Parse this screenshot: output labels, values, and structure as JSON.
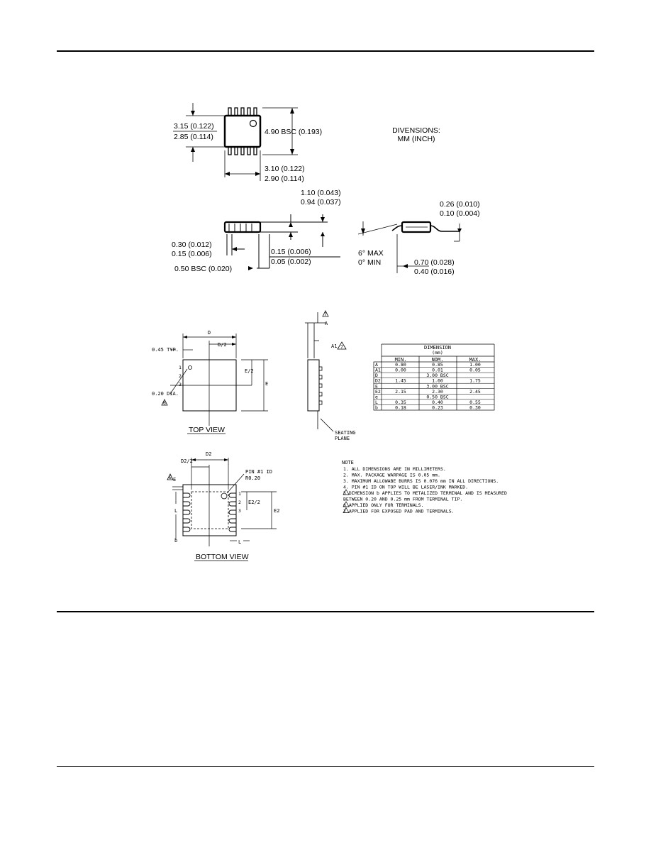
{
  "msop": {
    "body_width": "3.15 (0.122)",
    "body_width_min": "2.85 (0.114)",
    "overall_length": "4.90 BSC (0.193)",
    "body_length": "3.10 (0.122)",
    "body_length_min": "2.90 (0.114)",
    "dims_title": "DIVENSIONS:",
    "dims_units": "MM (INCH)",
    "height_max": "1.10 (0.043)",
    "height_min": "0.94 (0.037)",
    "lead_width_max": "0.30 (0.012)",
    "lead_width_min": "0.15 (0.006)",
    "standoff_max": "0.15 (0.006)",
    "standoff_min": "0.05 (0.002)",
    "pitch": "0.50 BSC (0.020)",
    "angle_max": "6° MAX",
    "angle_min": "0° MIN",
    "thickness_max": "0.26 (0.010)",
    "thickness_min": "0.10 (0.004)",
    "foot_max": "0.70 (0.028)",
    "foot_min": "0.40 (0.016)"
  },
  "dfn": {
    "top_view_label": "TOP  VIEW",
    "bottom_view_label": "BOTTOM  VIEW",
    "typ_label": "0.45 TYP.",
    "dia_label": "0.20 DIA.",
    "pin1_label": "1",
    "pin2_label": "2",
    "pin3_label": "3",
    "d_label": "D",
    "d_half_label": "D/2",
    "e_label": "E",
    "e_half_label": "E/2",
    "a_label": "A",
    "a1_label": "A1",
    "seat_label_1": "SEATING",
    "seat_label_2": "PLANE",
    "d2_label": "D2",
    "d2_half_label": "D2/2",
    "e2_label": "E2",
    "e2_half_label": "E2/2",
    "l_label": "L",
    "b_label": "b",
    "pin_id_1": "PIN #1 ID",
    "pin_id_2": "R0.20",
    "triangle_4": "4",
    "triangle_5": "5",
    "triangle_6": "6",
    "triangle_7": "7"
  },
  "dim_table": {
    "title": "DIMENSION",
    "unit": "(mm)",
    "headers": [
      "MIN.",
      "NOM.",
      "MAX."
    ],
    "rows": [
      [
        "A",
        "0.80",
        "0.85",
        "1.00"
      ],
      [
        "A1",
        "0.00",
        "0.01",
        "0.05"
      ],
      [
        "D",
        "3.00 BSC"
      ],
      [
        "D2",
        "1.45",
        "1.60",
        "1.75"
      ],
      [
        "E",
        "3.00 BSC"
      ],
      [
        "E2",
        "2.15",
        "2.30",
        "2.45"
      ],
      [
        "e",
        "0.50 BSC"
      ],
      [
        "L",
        "0.35",
        "0.40",
        "0.55"
      ],
      [
        "b",
        "0.18",
        "0.23",
        "0.30"
      ]
    ]
  },
  "notes": {
    "title": "NOTE",
    "items": [
      "1.  ALL DIMENSIONS ARE IN MILLIMETERS.",
      "2.  MAX. PACKAGE WARPAGE IS 0.05 mm.",
      "3.  MAXIMUM ALLOWABE BURRS IS 0.076 mm IN ALL DIRECTIONS.",
      "4.  PIN #1 ID ON TOP WILL BE LASER/INK MARKED.",
      "5   DIMENSION b APPLIES TO METALIZED TERMINAL AND IS MEASURED",
      "    BETWEEN 0.20 AND 0.25 mm FROM TERMINAL TIP.",
      "6   APPLIED ONLY FOR TERMINALS.",
      "7   APPLIED FOR EXPOSED PAD AND TERMINALS."
    ]
  }
}
